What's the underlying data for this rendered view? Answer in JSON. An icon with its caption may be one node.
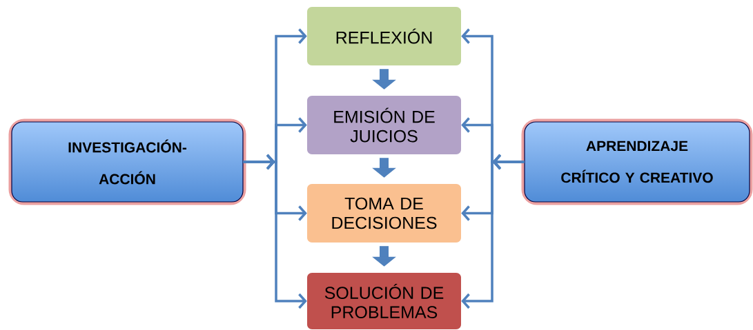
{
  "diagram": {
    "nodes": [
      {
        "text": [
          "INVESTIGACIÓN- ACCIÓN"
        ]
      },
      {
        "text": [
          "REFLEXIÓN"
        ]
      },
      {
        "text": [
          "EMISIÓN DE JUICIOS"
        ]
      },
      {
        "text": [
          "TOMA DE DECISIONES"
        ]
      },
      {
        "text": [
          "SOLUCIÓN DE PROBLEMAS"
        ]
      },
      {
        "text": [
          "APRENDIZAJE CRÍTICO Y CREATIVO"
        ]
      }
    ],
    "edges": [
      {
        "from": 0,
        "to": 1,
        "arrow": "to"
      },
      {
        "from": 0,
        "to": 2,
        "arrow": "to"
      },
      {
        "from": 0,
        "to": 3,
        "arrow": "to"
      },
      {
        "from": 0,
        "to": 4,
        "arrow": "to"
      },
      {
        "from": 5,
        "to": 1,
        "arrow": "to"
      },
      {
        "from": 5,
        "to": 2,
        "arrow": "to"
      },
      {
        "from": 5,
        "to": 3,
        "arrow": "to"
      },
      {
        "from": 5,
        "to": 4,
        "arrow": "to"
      },
      {
        "from": 1,
        "to": 2,
        "arrow": "to",
        "style": "thick"
      },
      {
        "from": 2,
        "to": 3,
        "arrow": "to",
        "style": "thick"
      },
      {
        "from": 3,
        "to": 4,
        "arrow": "to",
        "style": "thick"
      }
    ]
  }
}
